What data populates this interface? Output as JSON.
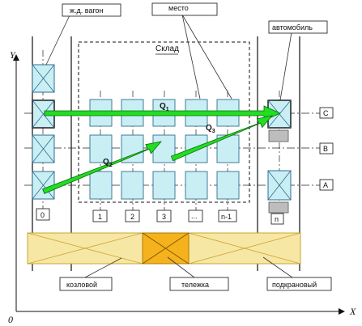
{
  "axes": {
    "x": "X",
    "y": "Y",
    "origin": "0"
  },
  "callouts": {
    "wagon": "ж.д. вагон",
    "place": "место",
    "car": "автомобиль",
    "gantry": "козловой",
    "trolley": "тележка",
    "crane_track": "подкрановый"
  },
  "warehouse": {
    "title": "Склад"
  },
  "rows": {
    "a": "A",
    "b": "B",
    "c": "C"
  },
  "columns": [
    "1",
    "2",
    "3",
    "...",
    "n-1"
  ],
  "wagon_index": "0",
  "car_index": "n",
  "flows": {
    "q1": {
      "letter": "Q",
      "sub": "1"
    },
    "q2": {
      "letter": "Q",
      "sub": "2"
    },
    "q3": {
      "letter": "Q",
      "sub": "3"
    }
  },
  "colors": {
    "crate_fill": "#c9eef4",
    "crate_stroke": "#2f6f8f",
    "bridge_fill": "#f7e7a4",
    "trolley_fill": "#f5b21c",
    "flow_arrow": "#22dd22",
    "car_fill": "#bdbdbd"
  }
}
